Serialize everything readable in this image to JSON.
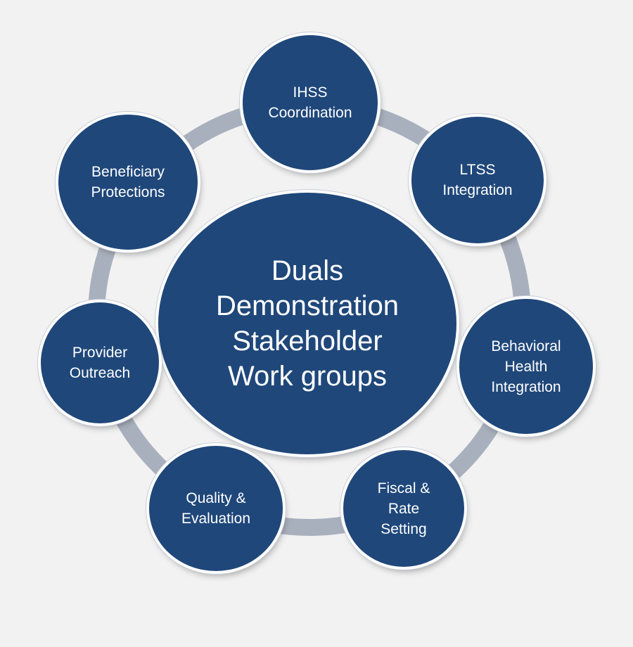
{
  "diagram": {
    "center": {
      "label": "Duals\nDemonstration\nStakeholder\nWork groups"
    },
    "satellites": [
      {
        "id": "ihss",
        "label": "IHSS\nCoordination"
      },
      {
        "id": "ltss",
        "label": "LTSS\nIntegration"
      },
      {
        "id": "behavioral",
        "label": "Behavioral\nHealth\nIntegration"
      },
      {
        "id": "fiscal",
        "label": "Fiscal &\nRate\nSetting"
      },
      {
        "id": "quality",
        "label": "Quality &\nEvaluation"
      },
      {
        "id": "provider",
        "label": "Provider\nOutreach"
      },
      {
        "id": "beneficiary",
        "label": "Beneficiary\nProtections"
      }
    ]
  },
  "colors": {
    "node_fill": "#1f477a",
    "node_text": "#ffffff",
    "ring": "#a9b0bd",
    "background": "#f2f2f2"
  }
}
